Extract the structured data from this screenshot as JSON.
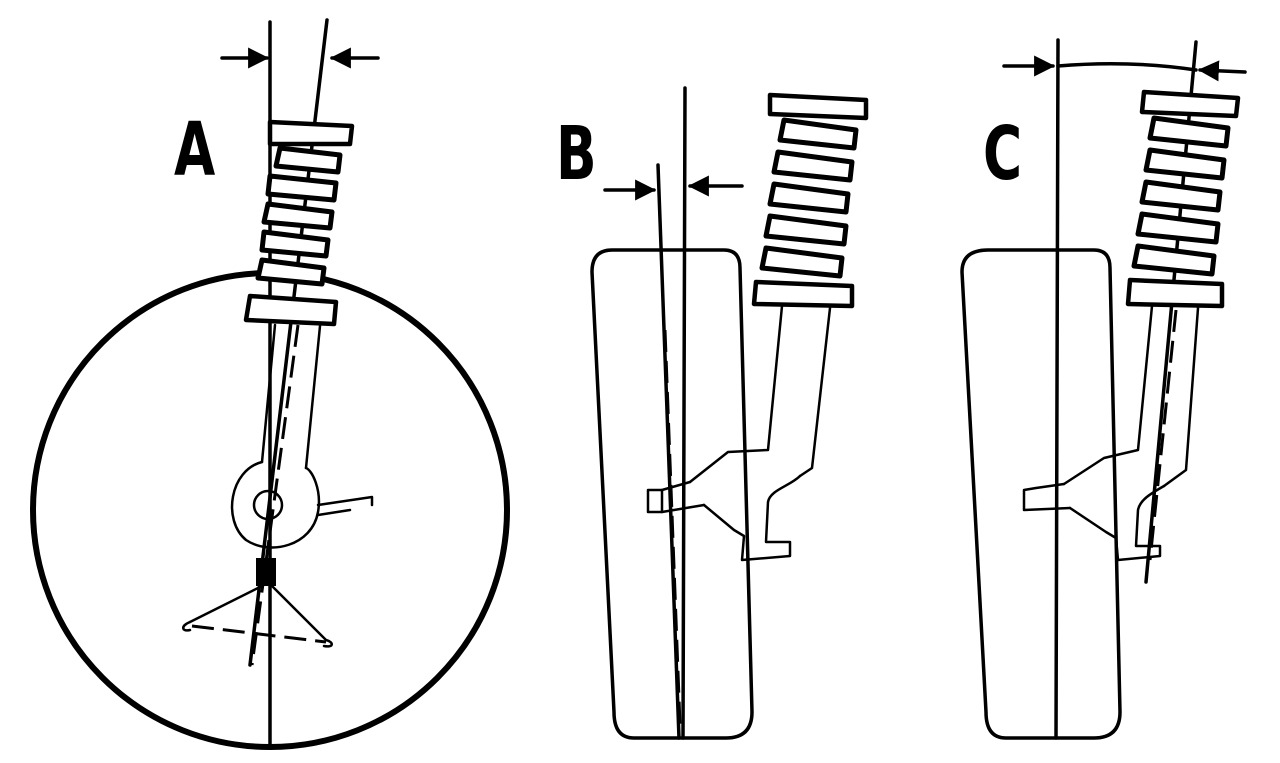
{
  "figure": {
    "panels": [
      {
        "id": "A",
        "label": "A"
      },
      {
        "id": "B",
        "label": "B"
      },
      {
        "id": "C",
        "label": "C"
      }
    ],
    "colors": {
      "ink": "#000000",
      "paper": "#ffffff"
    }
  }
}
